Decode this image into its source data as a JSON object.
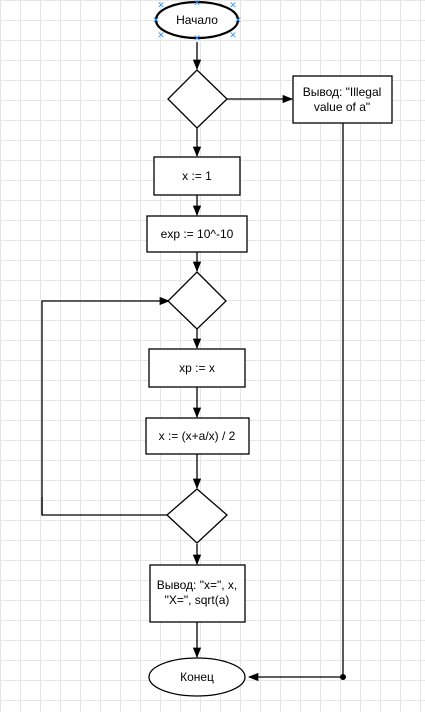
{
  "diagram": {
    "start_label": "Начало",
    "end_label": "Конец",
    "error_output_line1": "Вывод: \"Illegal",
    "error_output_line2": "value of a\"",
    "init_x": "x := 1",
    "init_exp": "exp := 10^-10",
    "save_prev": "xp := x",
    "update_x": "x := (x+a/x) / 2",
    "result_output_line1": "Вывод: \"x=\", x,",
    "result_output_line2": "\"X=\", sqrt(a)"
  },
  "colors": {
    "selection_handle": "#3399ff",
    "grid": "#e6e6e6",
    "stroke": "#000000"
  }
}
